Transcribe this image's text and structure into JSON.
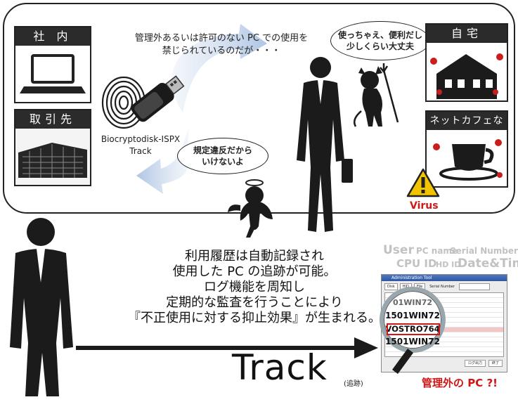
{
  "panels": {
    "office": "社 内",
    "client": "取引先",
    "home": "自宅",
    "netcafe": "ネットカフェなど"
  },
  "notice": {
    "line1": "管理外あるいは許可のない PC での使用を",
    "line2": "禁じられているのだが・・・"
  },
  "device": {
    "name": "Biocryptodisk-ISPX",
    "mode": "Track"
  },
  "devil_bubble": {
    "line1": "使っちゃえ、便利だし",
    "line2": "少しくらい大丈夫"
  },
  "angel_bubble": {
    "line1": "規定違反だから",
    "line2": "いけないよ"
  },
  "virus_label": "Virus",
  "main_text": {
    "line1": "利用履歴は自動記録され",
    "line2": "使用した PC の追跡が可能。",
    "line3": "ログ機能を周知し",
    "line4": "定期的な監査を行うことにより",
    "line5": "『不正使用に対する抑止効果』が生まれる。"
  },
  "track": {
    "title": "Track",
    "subtitle": "(追跡)"
  },
  "log_fields": {
    "user": "User",
    "pc_name": "PC name",
    "serial": "Serial Number",
    "cpu_id": "CPU ID",
    "hd_id": "HD ID",
    "datetime": "Date&Time"
  },
  "admin_tool": {
    "title": "Administration Tool",
    "buttons": [
      "Disk",
      "HID",
      "File"
    ],
    "serial_label": "Serial Number",
    "footer_buttons": [
      "ログ出力",
      "終了"
    ],
    "lens_rows": [
      "01WIN72",
      "1501WIN72",
      "VOSTRO764",
      "1501WIN72"
    ]
  },
  "not_managed_text": "管理外の PC ?!",
  "colors": {
    "accent_red": "#d21414",
    "header_dark": "#2b2b2b",
    "arrow_blue": "#b9cde6"
  }
}
